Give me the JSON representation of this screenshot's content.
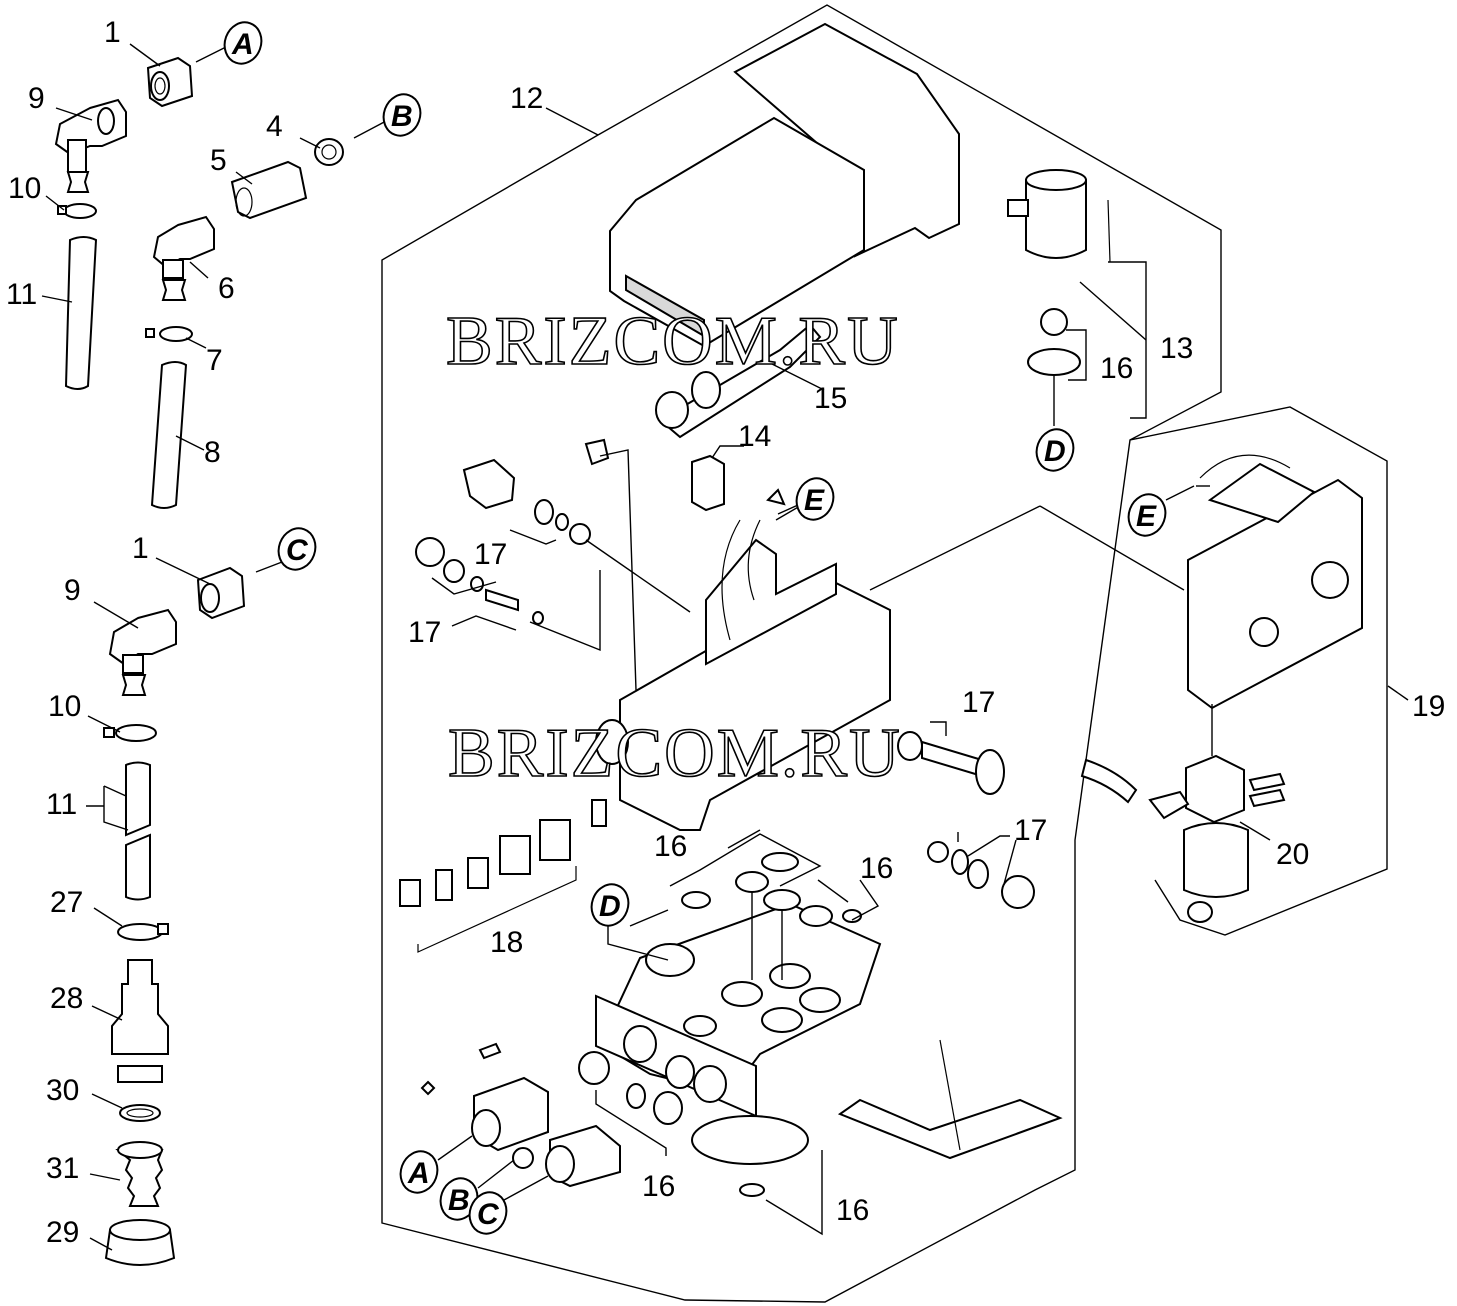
{
  "watermark": "BRIZCOM.RU",
  "letters": {
    "A": "A",
    "B": "B",
    "C": "C",
    "D": "D",
    "E": "E"
  },
  "callouts": {
    "n1": "1",
    "n4": "4",
    "n5": "5",
    "n6": "6",
    "n7": "7",
    "n8": "8",
    "n9": "9",
    "n10": "10",
    "n11": "11",
    "n12": "12",
    "n13": "13",
    "n14": "14",
    "n15": "15",
    "n16": "16",
    "n17": "17",
    "n18": "18",
    "n19": "19",
    "n20": "20",
    "n27": "27",
    "n28": "28",
    "n29": "29",
    "n30": "30",
    "n31": "31"
  }
}
